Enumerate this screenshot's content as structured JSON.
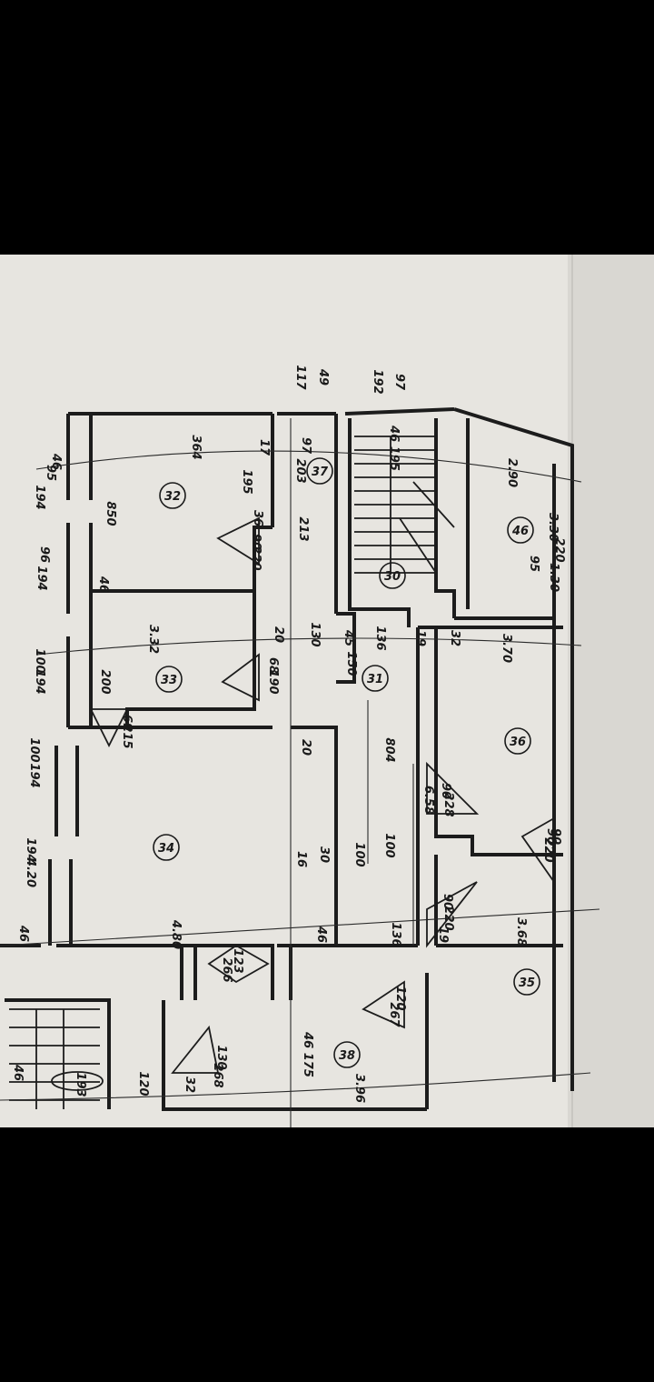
{
  "plan": {
    "rooms": [
      {
        "number": "32"
      },
      {
        "number": "33"
      },
      {
        "number": "34"
      },
      {
        "number": "37"
      },
      {
        "number": "30"
      },
      {
        "number": "31"
      },
      {
        "number": "36"
      },
      {
        "number": "35"
      },
      {
        "number": "38"
      },
      {
        "number": "46"
      }
    ],
    "labels": [
      "49",
      "117",
      "97",
      "192",
      "46",
      "95",
      "194",
      "364",
      "17",
      "97",
      "46 195",
      "195",
      "203",
      "850",
      "36",
      "90",
      "220",
      "213",
      "96",
      "194",
      "46",
      "3.32",
      "20",
      "130",
      "45",
      "136",
      "19",
      "32",
      "3.70",
      "100",
      "194",
      "200",
      "68",
      "190",
      "150",
      "69",
      "215",
      "100",
      "194",
      "20",
      "804",
      "6.58",
      "90",
      "228",
      "100",
      "194",
      "4.20",
      "16",
      "30",
      "100",
      "90",
      "220",
      "90",
      "220",
      "3.68",
      "19",
      "46",
      "4.80",
      "46",
      "136",
      "123",
      "266",
      "120",
      "267",
      "46 175",
      "3.96",
      "130",
      "268",
      "120",
      "193",
      "32",
      "46",
      "2.90",
      "220",
      "95",
      "1.30",
      "3.30",
      "90",
      "220"
    ]
  }
}
